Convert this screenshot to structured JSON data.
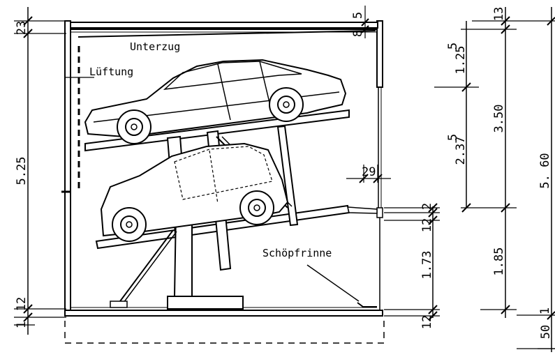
{
  "labels": {
    "unterzug": "Unterzug",
    "lueftung": "Lüftung",
    "schoepfrinne": "Schöpfrinne"
  },
  "dims_left": {
    "d23": "23",
    "d525": "5.25",
    "d12": "12",
    "d1": "1"
  },
  "dims_top_right": {
    "d5": "5",
    "d8": "8"
  },
  "dims_mid": {
    "d29": "29"
  },
  "dims_col1": {
    "d125": "1.25",
    "d125sup": "5",
    "d2375": "2.37",
    "d2375sup": "5",
    "d2": "2",
    "d12a": "12",
    "d173": "1.73",
    "d12b": "12"
  },
  "dims_col2": {
    "d13": "13",
    "d350": "3.50",
    "d185": "1.85",
    "d50": "50"
  },
  "dims_col3": {
    "d560": "5. 60",
    "d1": "1"
  }
}
